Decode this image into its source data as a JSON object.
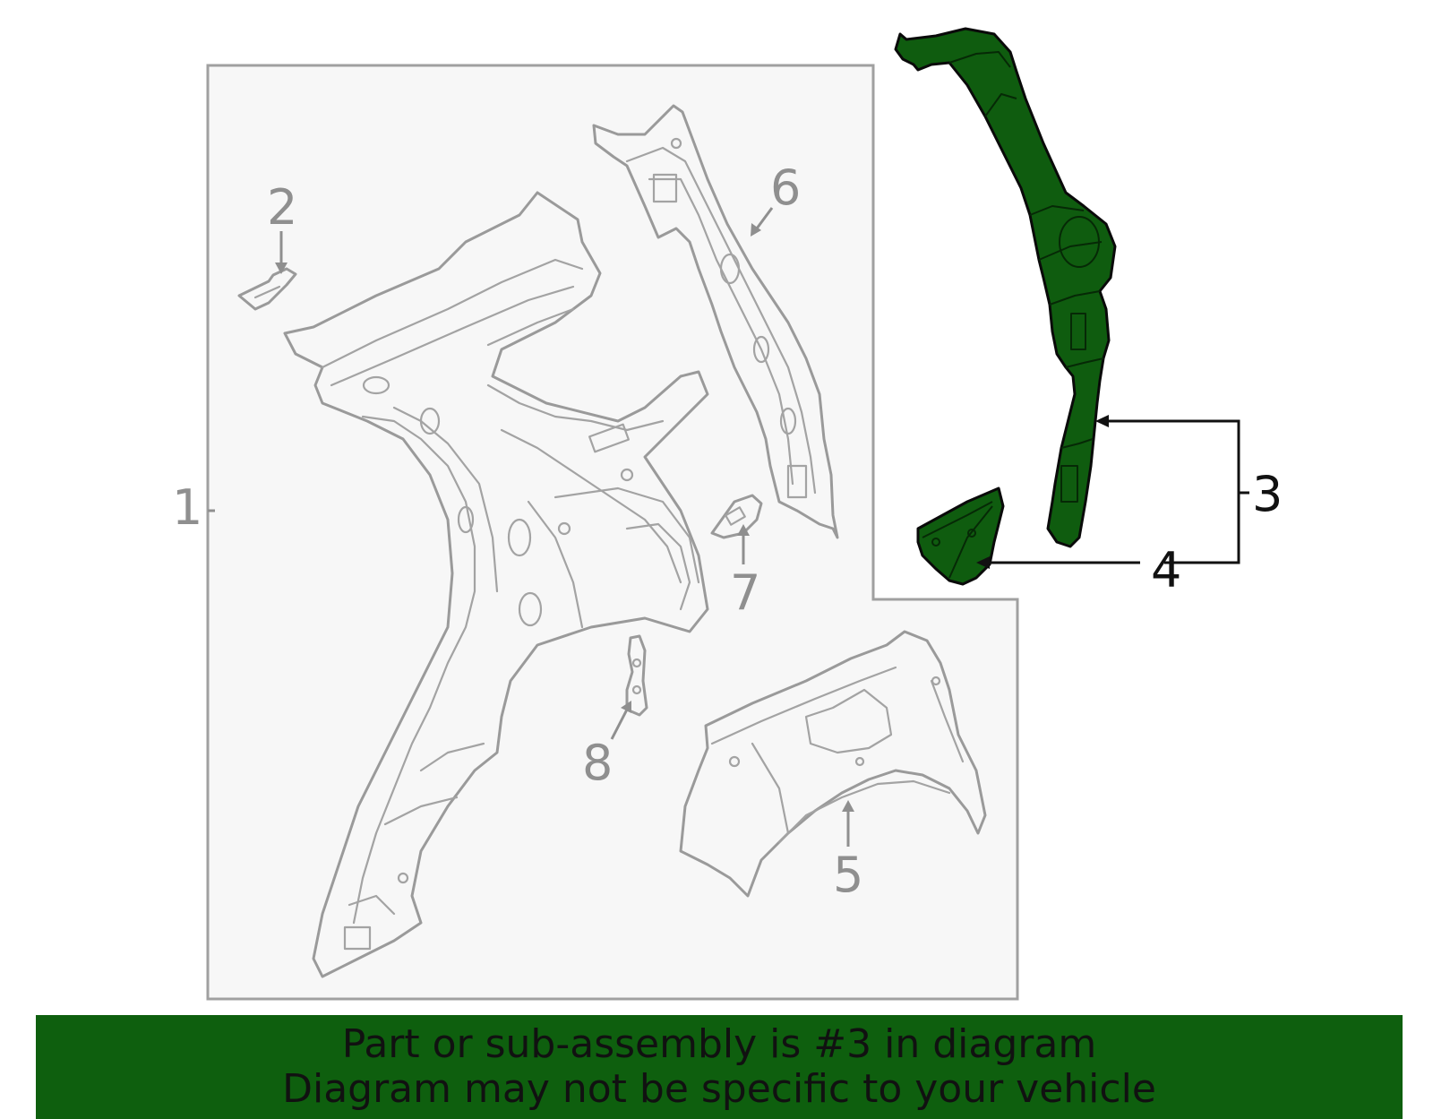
{
  "callouts": {
    "c1": "1",
    "c2": "2",
    "c3": "3",
    "c4": "4",
    "c5": "5",
    "c6": "6",
    "c7": "7",
    "c8": "8"
  },
  "banner": {
    "line1": "Part or sub-assembly is #3 in diagram",
    "line2": "Diagram may not be specific to your vehicle"
  },
  "colors": {
    "highlight": "#0f5c0f",
    "banner": "#0e5f0e",
    "outline_gray": "#9a9a9a",
    "panel_fill": "#f7f7f7"
  }
}
